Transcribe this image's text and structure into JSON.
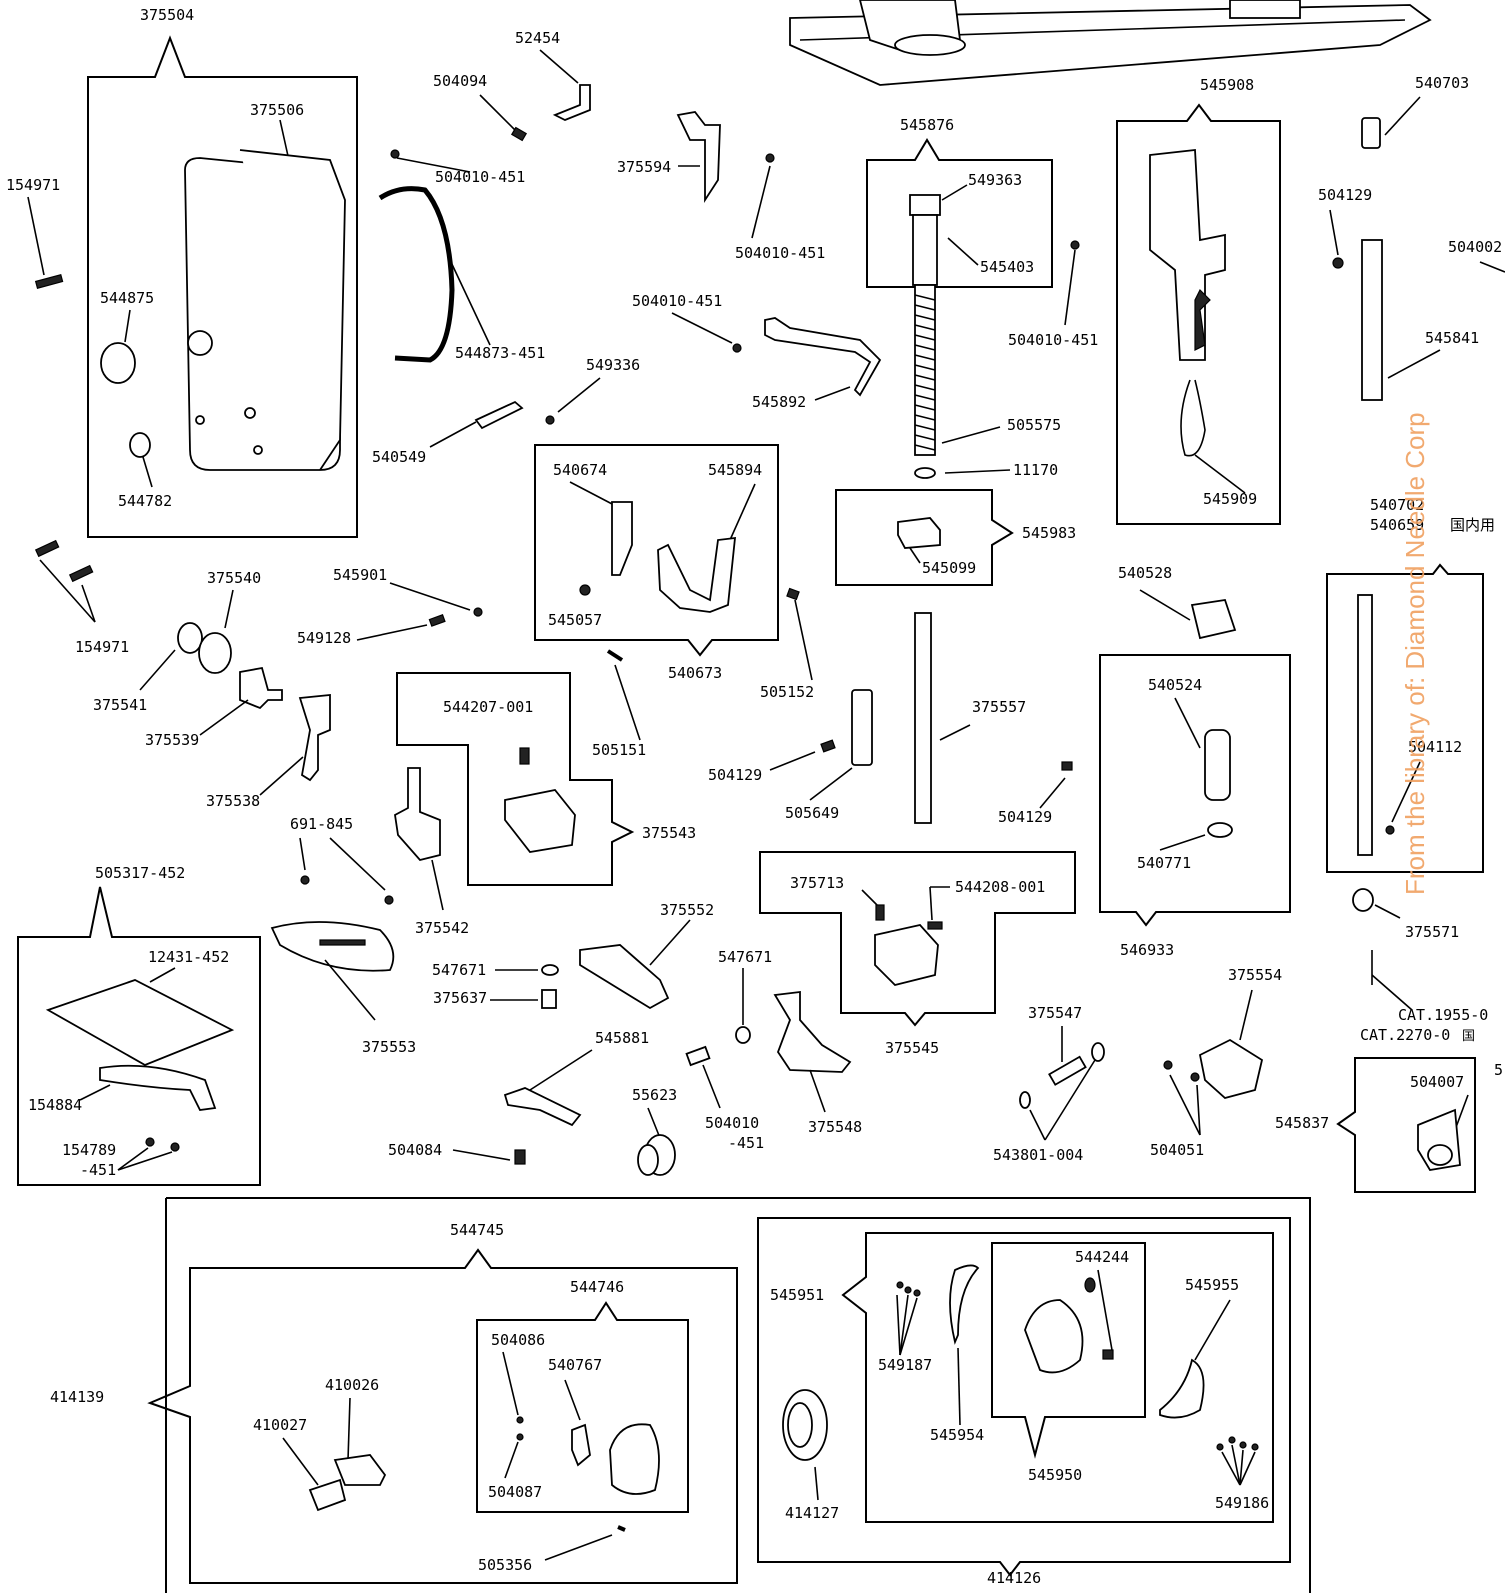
{
  "watermark": "From the library of: Diamond Needle Corp",
  "labels": {
    "p375504": "375504",
    "p375506": "375506",
    "p154971a": "154971",
    "p544875": "544875",
    "p544782": "544782",
    "p154971b": "154971",
    "p52454": "52454",
    "p504094": "504094",
    "p504010_451a": "504010-451",
    "p544873_451": "544873-451",
    "p375594": "375594",
    "p504010_451b": "504010-451",
    "p504010_451c": "504010-451",
    "p545892": "545892",
    "p549336": "549336",
    "p540549": "540549",
    "p545876": "545876",
    "p549363": "549363",
    "p545403": "545403",
    "p504010_451d": "504010-451",
    "p505575": "505575",
    "p11170": "11170",
    "p545983": "545983",
    "p545099": "545099",
    "p545908": "545908",
    "p545909": "545909",
    "p540703": "540703",
    "p504129a": "504129",
    "p504002": "504002",
    "p545841": "545841",
    "p540702": "540702",
    "p540659": "540659",
    "p_domestic": "国内用",
    "p375540": "375540",
    "p375541": "375541",
    "p375539": "375539",
    "p375538": "375538",
    "p545901": "545901",
    "p549128": "549128",
    "p540674": "540674",
    "p545894": "545894",
    "p545057": "545057",
    "p540673": "540673",
    "p505152": "505152",
    "p505151": "505151",
    "p544207_001": "544207-001",
    "p375543": "375543",
    "p375542": "375542",
    "p691_845": "691-845",
    "p504129b": "504129",
    "p505649": "505649",
    "p375557": "375557",
    "p504129c": "504129",
    "p540528": "540528",
    "p540524": "540524",
    "p540771": "540771",
    "p546933": "546933",
    "p504112": "504112",
    "p375571": "375571",
    "p505317_452": "505317-452",
    "p12431_452": "12431-452",
    "p154884": "154884",
    "p154789": "154789",
    "p451": "-451",
    "p375553": "375553",
    "p547671a": "547671",
    "p375637": "375637",
    "p375552": "375552",
    "p547671b": "547671",
    "p375713": "375713",
    "p544208_001": "544208-001",
    "p375545": "375545",
    "p375547": "375547",
    "p375554": "375554",
    "p545881": "545881",
    "p504084": "504084",
    "p55623": "55623",
    "p504010": "504010",
    "p451b": "-451",
    "p375548": "375548",
    "p543801_004": "543801-004",
    "p504051": "504051",
    "p545837": "545837",
    "p504007": "504007",
    "p_cat1": "CAT.1955-0",
    "p_cat2": "CAT.2270-0",
    "p_cat2_suffix": "国",
    "p_edge5": "5",
    "p544745": "544745",
    "p544746": "544746",
    "p414139": "414139",
    "p410026": "410026",
    "p410027": "410027",
    "p504086": "504086",
    "p540767": "540767",
    "p504087": "504087",
    "p505356": "505356",
    "p545951": "545951",
    "p549187": "549187",
    "p544244": "544244",
    "p545955": "545955",
    "p545954": "545954",
    "p545950": "545950",
    "p549186": "549186",
    "p414127": "414127",
    "p414126": "414126"
  }
}
